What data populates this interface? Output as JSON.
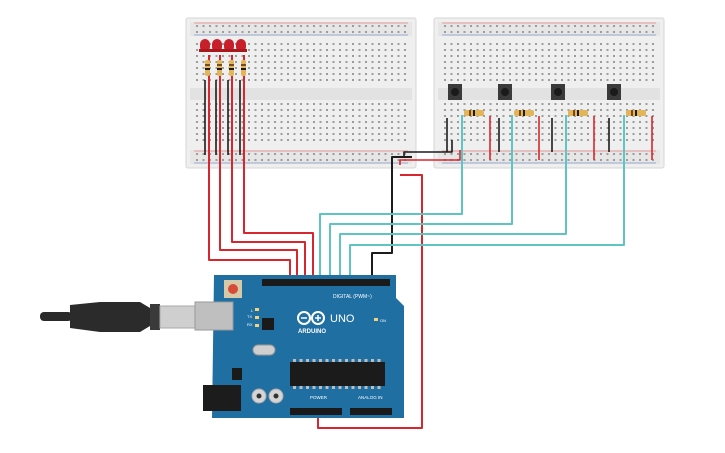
{
  "board": {
    "brand_text": "ARDUINO",
    "model_text": "UNO",
    "digital_label": "DIGITAL (PWM~)",
    "power_label": "POWER",
    "analog_label": "ANALOG IN",
    "tx_label": "TX",
    "rx_label": "RX",
    "on_label": "ON",
    "l_label": "L"
  },
  "colors": {
    "led": "#c8202a",
    "wire_red": "#d8262e",
    "wire_teal": "#5ec4c4",
    "wire_black": "#1c1c1c",
    "board_blue": "#1f6fa3",
    "breadboard": "#f1f1f1"
  },
  "components": {
    "leds": 4,
    "buttons": 4,
    "led_resistors": 4,
    "button_resistors": 4
  }
}
